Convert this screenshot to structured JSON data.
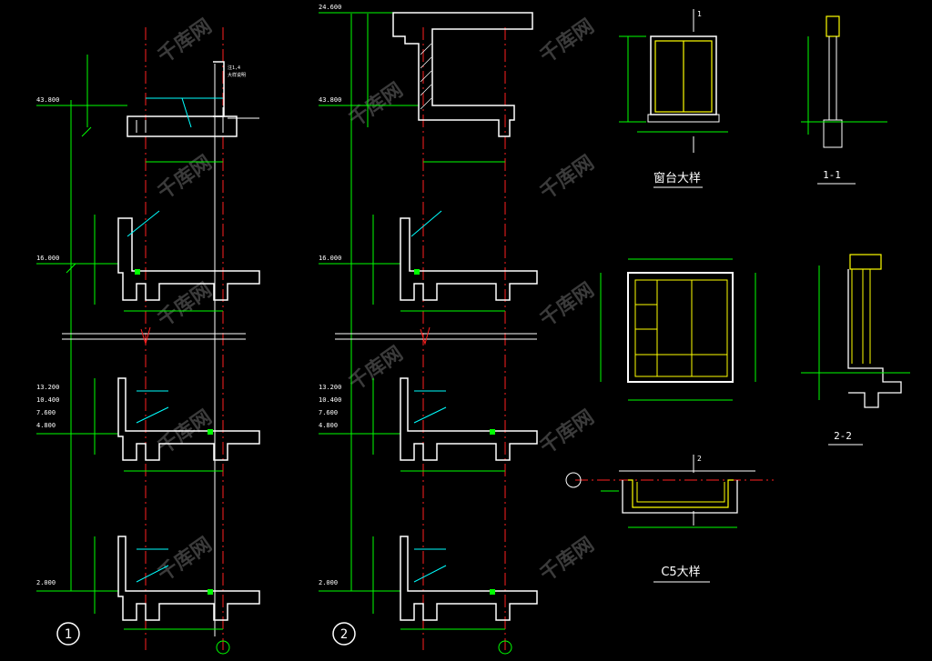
{
  "colors": {
    "background": "#000000",
    "section_line": "#ffffff",
    "dimension": "#00ff00",
    "axis": "#ff2020",
    "leader": "#00ffff",
    "window": "#ffff00",
    "watermark": "#3a3a3a"
  },
  "elevations": {
    "e43_800": "43.800",
    "e16_000": "16.000",
    "e24_600": "24.600",
    "e2_000": "2.000",
    "group_13": [
      "13.200",
      "10.400",
      "7.600",
      "4.800"
    ]
  },
  "details": {
    "d1_marker": "1",
    "d2_marker": "2",
    "sill_title": "窗台大样",
    "section_11": "1-1",
    "section_22": "2-2",
    "c5_title": "C5大样",
    "cut1": "1",
    "cut2": "2"
  },
  "watermark_text": "千库网",
  "icons": [
    "axis-marker-icon",
    "detail-circle-icon"
  ]
}
